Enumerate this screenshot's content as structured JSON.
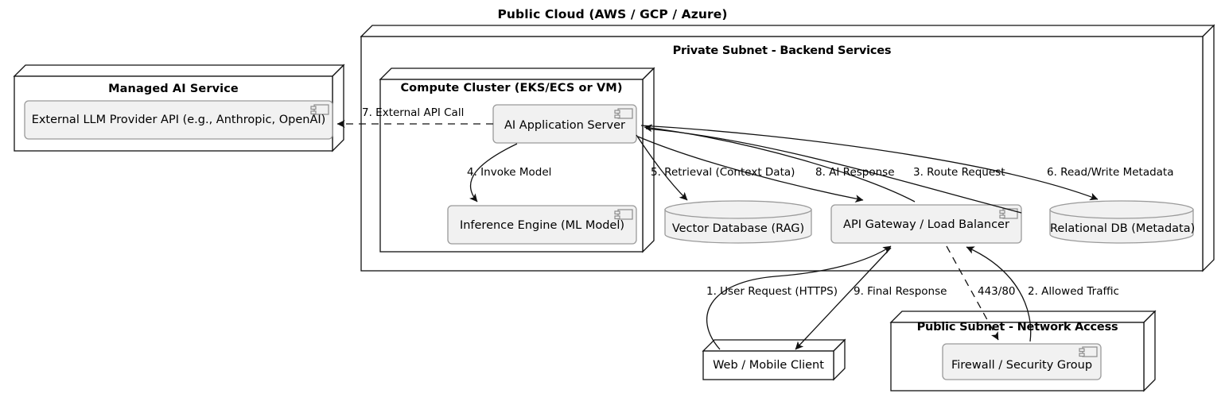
{
  "diagram": {
    "type": "uml-deployment-diagram",
    "title": "Public Cloud (AWS / GCP / Azure)",
    "background": "#ffffff",
    "component_fill": "#f1f1f1",
    "component_stroke": "#9a9a9a",
    "node_stroke": "#111111"
  },
  "containers": {
    "managed_ai_service": {
      "label": "Managed AI Service",
      "kind": "node"
    },
    "private_subnet": {
      "label": "Private Subnet - Backend Services",
      "kind": "node"
    },
    "compute_cluster": {
      "label": "Compute Cluster (EKS/ECS or VM)",
      "kind": "node"
    },
    "public_subnet": {
      "label": "Public Subnet - Network Access",
      "kind": "node"
    }
  },
  "components": {
    "external_llm": {
      "label": "External LLM Provider API (e.g., Anthropic, OpenAI)",
      "kind": "component"
    },
    "ai_app_server": {
      "label": "AI Application Server",
      "kind": "component"
    },
    "inference_engine": {
      "label": "Inference Engine (ML Model)",
      "kind": "component"
    },
    "api_gateway": {
      "label": "API Gateway / Load Balancer",
      "kind": "component"
    },
    "firewall": {
      "label": "Firewall / Security Group",
      "kind": "component"
    },
    "vector_db": {
      "label": "Vector Database (RAG)",
      "kind": "database"
    },
    "relational_db": {
      "label": "Relational DB (Metadata)",
      "kind": "database"
    },
    "web_client": {
      "label": "Web / Mobile Client",
      "kind": "node"
    }
  },
  "edges": [
    {
      "id": "e1",
      "label": "1. User Request (HTTPS)",
      "from": "web_client",
      "to": "api_gateway",
      "style": "solid"
    },
    {
      "id": "e2",
      "label": "2. Allowed Traffic",
      "from": "firewall",
      "to": "api_gateway",
      "style": "solid"
    },
    {
      "id": "e3",
      "label": "3. Route Request",
      "from": "api_gateway",
      "to": "ai_app_server",
      "style": "solid"
    },
    {
      "id": "e4",
      "label": "4. Invoke Model",
      "from": "ai_app_server",
      "to": "inference_engine",
      "style": "solid"
    },
    {
      "id": "e5",
      "label": "5. Retrieval (Context Data)",
      "from": "ai_app_server",
      "to": "vector_db",
      "style": "solid"
    },
    {
      "id": "e6",
      "label": "6. Read/Write Metadata",
      "from": "ai_app_server",
      "to": "relational_db",
      "style": "solid"
    },
    {
      "id": "e7",
      "label": "7. External API Call",
      "from": "ai_app_server",
      "to": "external_llm",
      "style": "dashed"
    },
    {
      "id": "e8",
      "label": "8. AI Response",
      "from": "ai_app_server",
      "to": "api_gateway",
      "style": "solid"
    },
    {
      "id": "e9",
      "label": "9. Final Response",
      "from": "api_gateway",
      "to": "web_client",
      "style": "solid"
    },
    {
      "id": "e10",
      "label": "443/80",
      "from": "api_gateway",
      "to": "firewall",
      "style": "dashed"
    }
  ]
}
